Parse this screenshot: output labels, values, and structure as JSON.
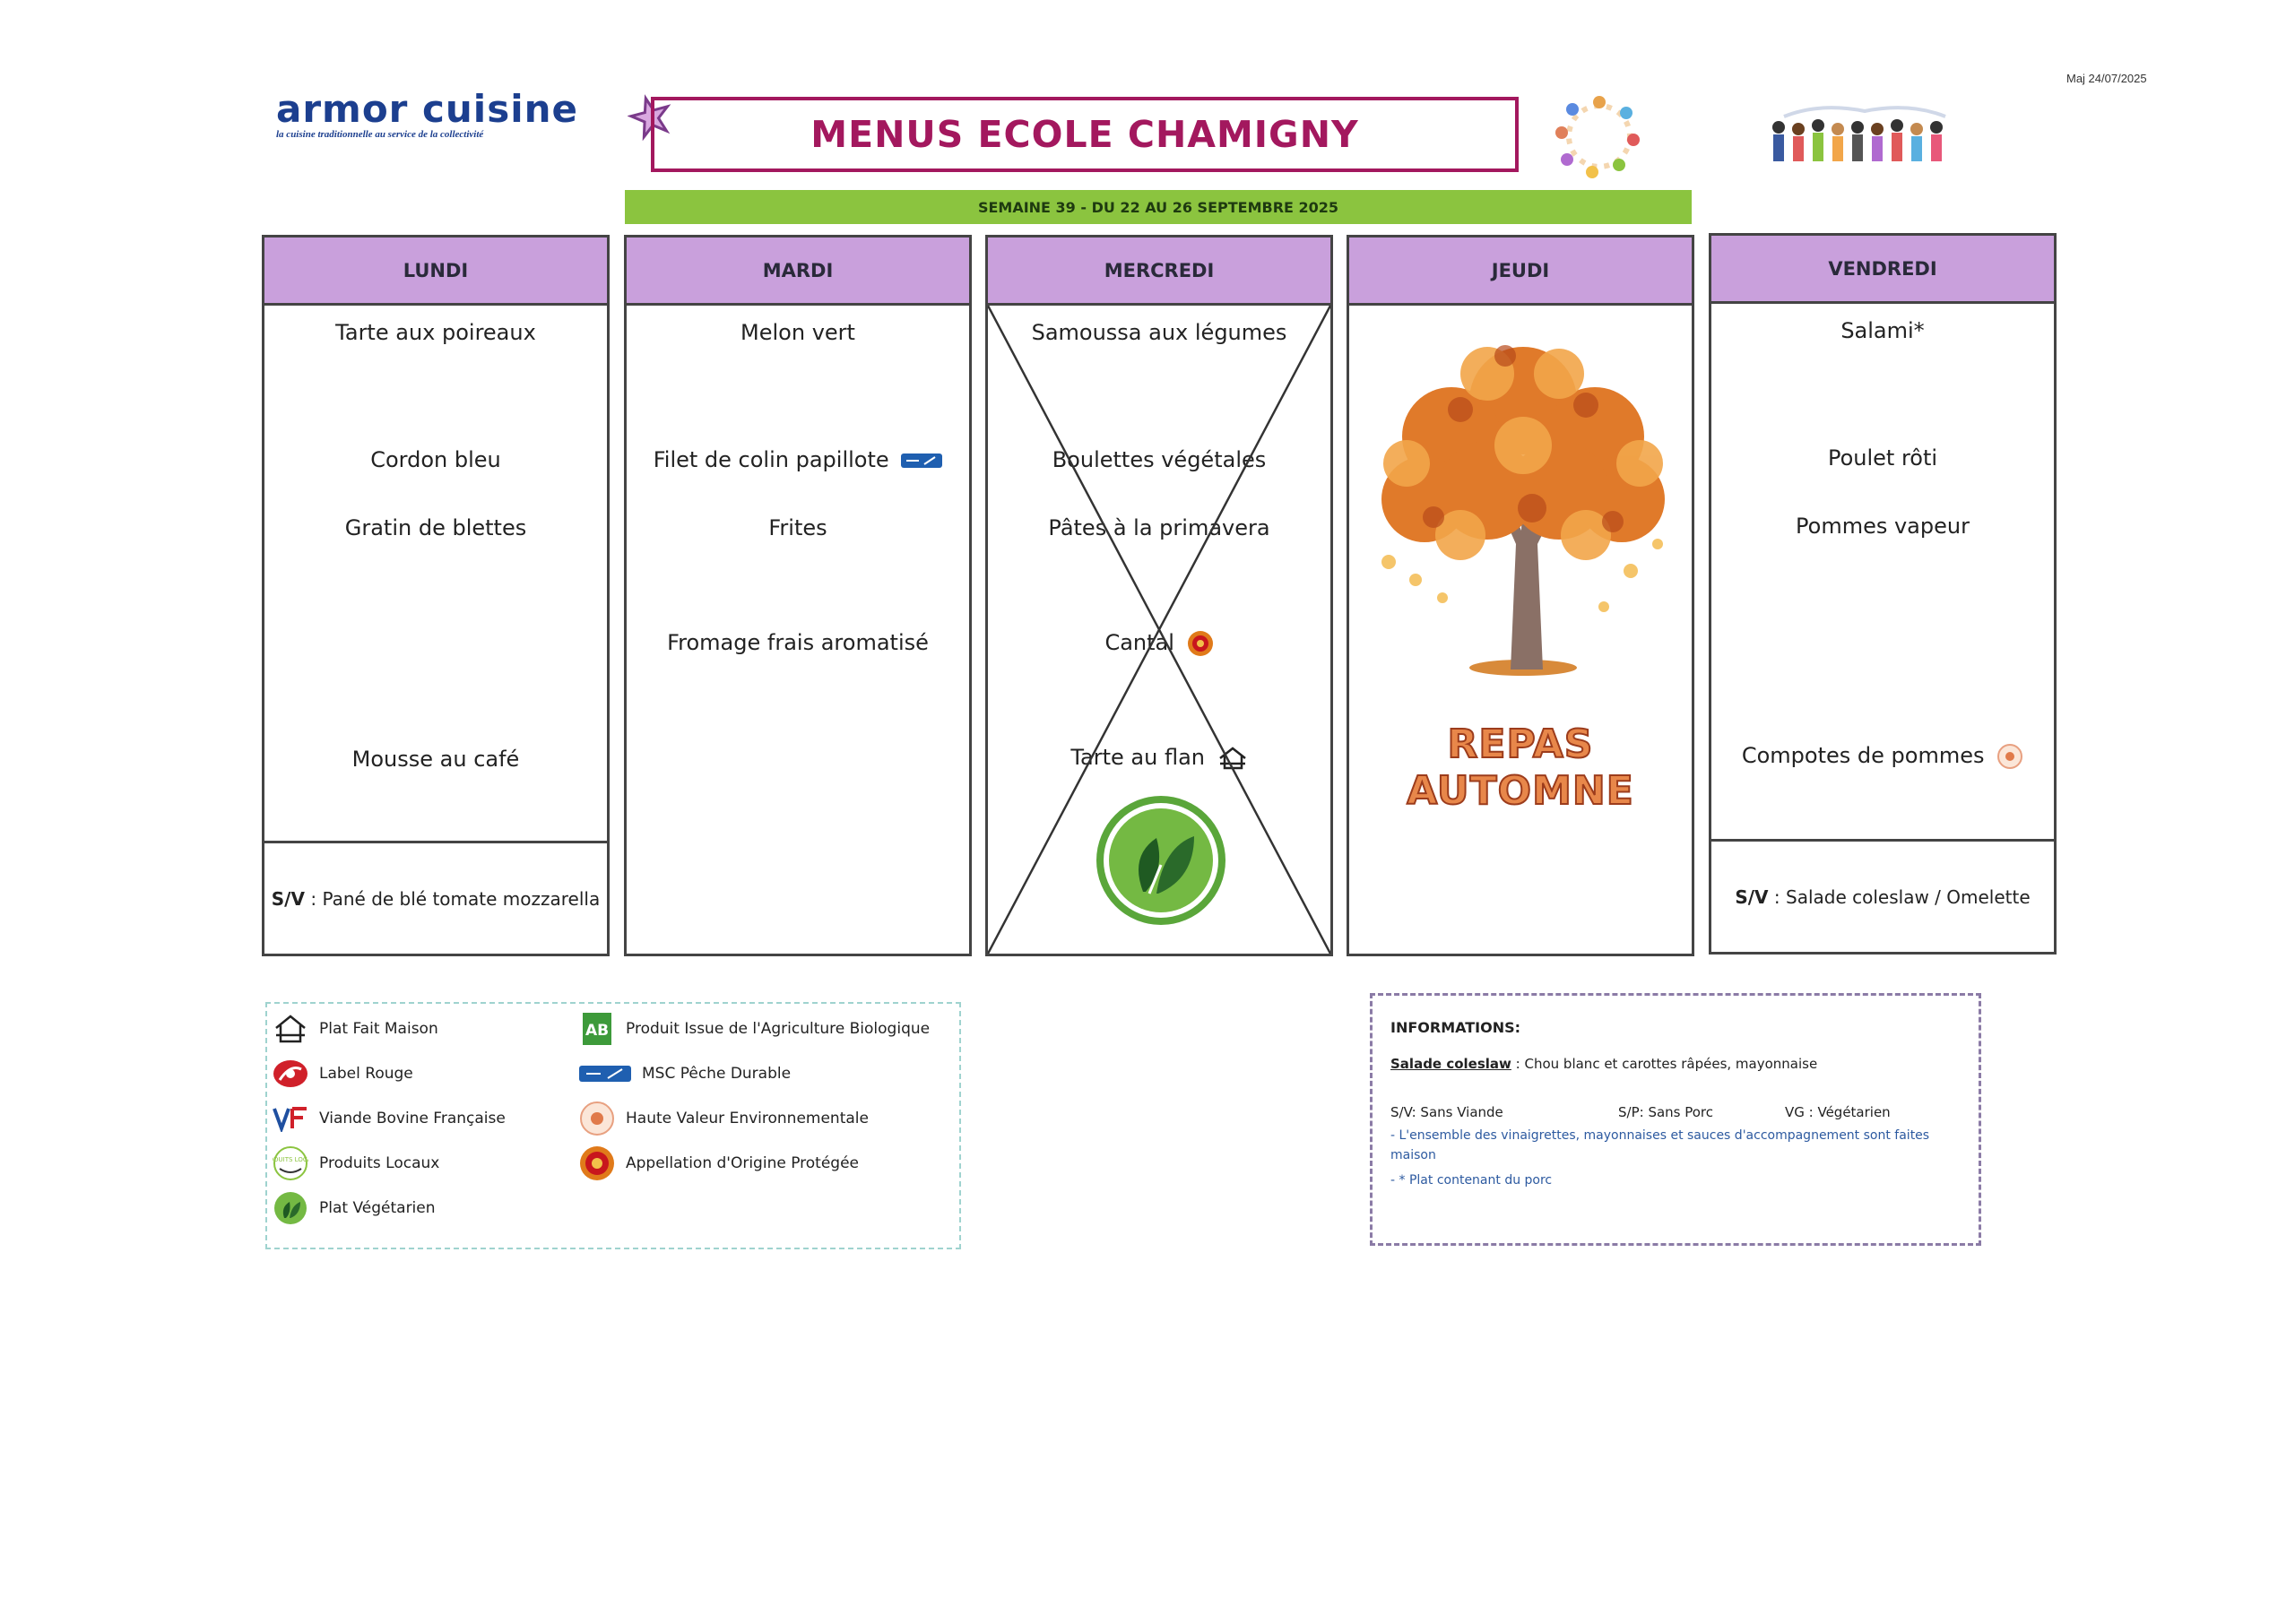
{
  "header": {
    "maj": "Maj 24/07/2025",
    "brand_name": "armor cuisine",
    "brand_tagline": "la cuisine traditionnelle au service de la collectivité",
    "title": "MENUS ECOLE CHAMIGNY",
    "week": "SEMAINE 39 - DU 22 AU 26 SEPTEMBRE 2025"
  },
  "days": {
    "lundi": {
      "name": "LUNDI",
      "entree": "Tarte aux poireaux",
      "plat": "Cordon bleu",
      "accompagnement": "Gratin de blettes",
      "dessert": "Mousse au café",
      "sv_label": "S/V",
      "sv_sep": ":",
      "sv_text": "Pané de blé tomate mozzarella"
    },
    "mardi": {
      "name": "MARDI",
      "entree": "Melon vert",
      "plat": "Filet de colin papillote",
      "accompagnement": "Frites",
      "laitage": "Fromage frais aromatisé"
    },
    "mercredi": {
      "name": "MERCREDI",
      "entree": "Samoussa aux légumes",
      "plat": "Boulettes végétales",
      "accompagnement": "Pâtes à la primavera",
      "laitage": "Cantal",
      "dessert": "Tarte au flan"
    },
    "jeudi": {
      "name": "JEUDI",
      "repas_line1": "REPAS",
      "repas_line2": "AUTOMNE"
    },
    "vendredi": {
      "name": "VENDREDI",
      "entree": "Salami*",
      "plat": "Poulet rôti",
      "accompagnement": "Pommes vapeur",
      "dessert": "Compotes de pommes",
      "sv_label": "S/V",
      "sv_sep": ":",
      "sv_text": "Salade coleslaw / Omelette"
    }
  },
  "legend": {
    "fait_maison": "Plat Fait Maison",
    "label_rouge": "Label Rouge",
    "vbf": "Viande Bovine Française",
    "locaux": "Produits Locaux",
    "vegetarien": "Plat Végétarien",
    "bio": "Produit Issue de l'Agriculture Biologique",
    "msc": "MSC Pêche Durable",
    "hve": "Haute Valeur Environnementale",
    "aop": "Appellation d'Origine Protégée",
    "ab_text": "AB",
    "locaux_text": "PRODUITS LOCAUX"
  },
  "info": {
    "title": "INFORMATIONS:",
    "coleslaw_label": "Salade coleslaw",
    "coleslaw_text": ": Chou blanc et carottes râpées, mayonnaise",
    "sv": "S/V: Sans Viande",
    "sp": "S/P: Sans Porc",
    "vg": "VG : Végétarien",
    "note1": "- L'ensemble des vinaigrettes, mayonnaises et sauces d'accompagnement sont faites maison",
    "note2_prefix": "- *",
    "note2": "Plat contenant du porc"
  },
  "colors": {
    "title": "#a3185e",
    "brand": "#1c3f8f",
    "week_bar": "#8bc43f",
    "day_header": "#c9a0dc",
    "repas_fill": "#e8874a",
    "repas_stroke": "#9c3c1c"
  }
}
